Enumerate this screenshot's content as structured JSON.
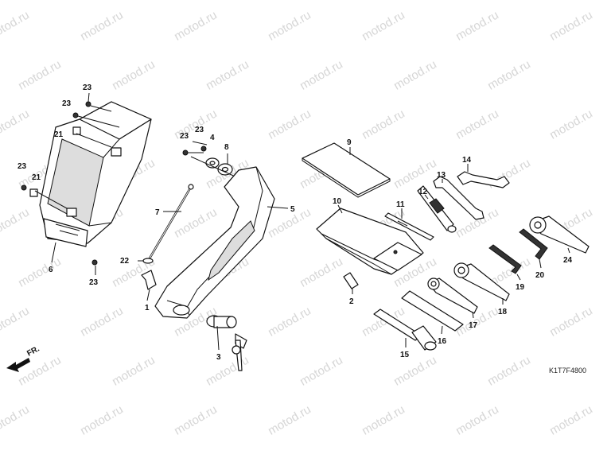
{
  "watermark": "motod.ru",
  "diagram_code": "K1T7F4800",
  "front_label": "FR.",
  "callouts": {
    "c1": "1",
    "c2": "2",
    "c3": "3",
    "c4": "4",
    "c5": "5",
    "c6": "6",
    "c7": "7",
    "c8": "8",
    "c9": "9",
    "c10": "10",
    "c11": "11",
    "c12": "12",
    "c13": "13",
    "c14": "14",
    "c15": "15",
    "c16": "16",
    "c17": "17",
    "c18": "18",
    "c19": "19",
    "c20": "20",
    "c21a": "21",
    "c21b": "21",
    "c22": "22",
    "c23a": "23",
    "c23b": "23",
    "c23c": "23",
    "c23d": "23",
    "c23e": "23",
    "c23f": "23",
    "c24": "24"
  }
}
